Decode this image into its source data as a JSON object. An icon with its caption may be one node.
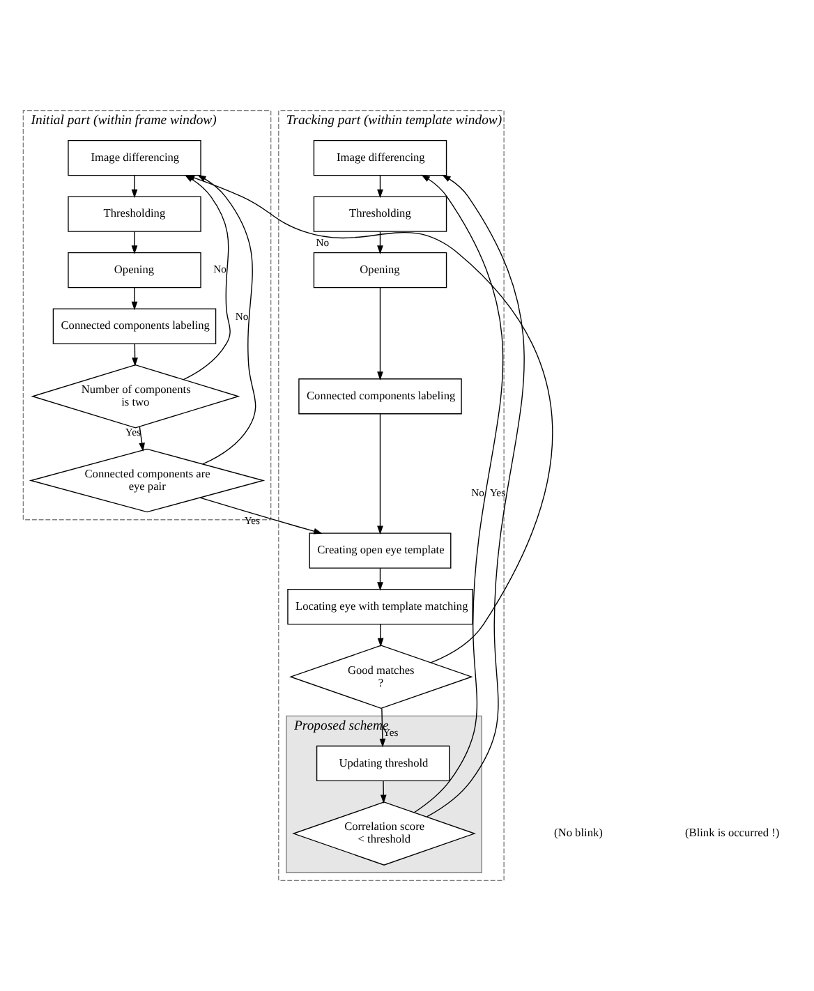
{
  "diagram": {
    "nodes": [
      {
        "text": [
          "Initial part (within frame window)"
        ]
      },
      {
        "text": [
          "Image differencing"
        ],
        "in": 0
      },
      {
        "text": [
          "Thresholding"
        ],
        "in": 0
      },
      {
        "text": [
          "Opening"
        ],
        "in": 0
      },
      {
        "text": [
          "Connected components labeling"
        ],
        "in": 0
      },
      {
        "text": [
          "Number of components is two"
        ],
        "in": 0
      },
      {
        "text": [
          "Connected components are eye pair"
        ],
        "in": 0
      },
      {
        "text": [
          "Tracking part (within template window)"
        ]
      },
      {
        "text": [
          "Image differencing"
        ],
        "in": 7
      },
      {
        "text": [
          "Thresholding"
        ],
        "in": 7
      },
      {
        "text": [
          "Opening"
        ],
        "in": 7
      },
      {
        "text": [
          "Connected components labeling"
        ],
        "in": 7
      },
      {
        "text": [
          "Creating open eye template"
        ],
        "in": 7
      },
      {
        "text": [
          "Locating eye with template matching"
        ],
        "in": 7
      },
      {
        "text": [
          "Good matches ?"
        ],
        "in": 7
      },
      {
        "text": [
          "Proposed scheme"
        ],
        "in": 7
      },
      {
        "text": [
          "Updating threshold"
        ],
        "in": 15
      },
      {
        "text": [
          "Correlation score < threshold"
        ],
        "in": 15
      }
    ],
    "edges": [
      {
        "from": 1,
        "to": 2,
        "arrow": "to"
      },
      {
        "from": 2,
        "to": 3,
        "arrow": "to"
      },
      {
        "from": 3,
        "to": 4,
        "arrow": "to"
      },
      {
        "from": 4,
        "to": 5,
        "arrow": "to"
      },
      {
        "from": 5,
        "to": 1,
        "arrow": "to",
        "label": "No"
      },
      {
        "from": 5,
        "to": 6,
        "arrow": "to",
        "label": "Yes"
      },
      {
        "from": 6,
        "to": 1,
        "arrow": "to",
        "label": "No"
      },
      {
        "from": 6,
        "to": 12,
        "arrow": "to",
        "label": "Yes"
      },
      {
        "from": 8,
        "to": 9,
        "arrow": "to"
      },
      {
        "from": 9,
        "to": 10,
        "arrow": "to"
      },
      {
        "from": 10,
        "to": 11,
        "arrow": "to"
      },
      {
        "from": 11,
        "to": 12,
        "arrow": "to"
      },
      {
        "from": 12,
        "to": 13,
        "arrow": "to"
      },
      {
        "from": 13,
        "to": 14,
        "arrow": "to"
      },
      {
        "from": 14,
        "to": 1,
        "arrow": "to",
        "label": "No"
      },
      {
        "from": 14,
        "to": 16,
        "arrow": "to",
        "label": "Yes"
      },
      {
        "from": 16,
        "to": 17,
        "arrow": "to"
      },
      {
        "from": 17,
        "to": 8,
        "arrow": "to",
        "label": "No"
      },
      {
        "from": 17,
        "to": 8,
        "arrow": "to",
        "label": "Yes"
      }
    ],
    "labels": [
      "(No blink)",
      "(Blink is occurred !)"
    ]
  }
}
